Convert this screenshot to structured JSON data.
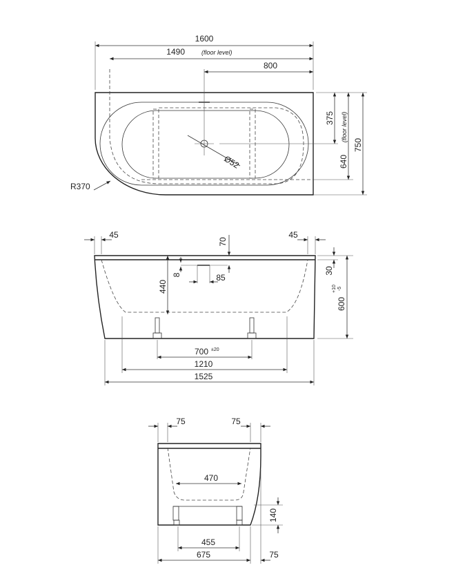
{
  "top_view": {
    "length": "1600",
    "floor_length": "1490",
    "floor_note": "(floor level)",
    "drain_offset": "800",
    "drain_depth": "375",
    "floor_width": "640",
    "floor_width_note": "(floor level)",
    "width": "750",
    "drain_diameter": "Ø52",
    "corner_radius": "R370"
  },
  "side_view": {
    "rim_left": "45",
    "rim_right": "45",
    "overflow_top": "70",
    "overflow_height": "8",
    "overflow_width": "85",
    "inner_depth": "440",
    "rim_thickness": "30",
    "height": "600",
    "height_tol_plus": "+10",
    "height_tol_minus": "-5",
    "feet_spacing": "700",
    "feet_tol": "±20",
    "bottom_length": "1210",
    "base_length": "1525"
  },
  "end_view": {
    "rim_left": "75",
    "rim_right": "75",
    "bottom_width": "470",
    "feet_height": "140",
    "feet_spacing": "455",
    "base_width": "675",
    "overhang": "75"
  }
}
